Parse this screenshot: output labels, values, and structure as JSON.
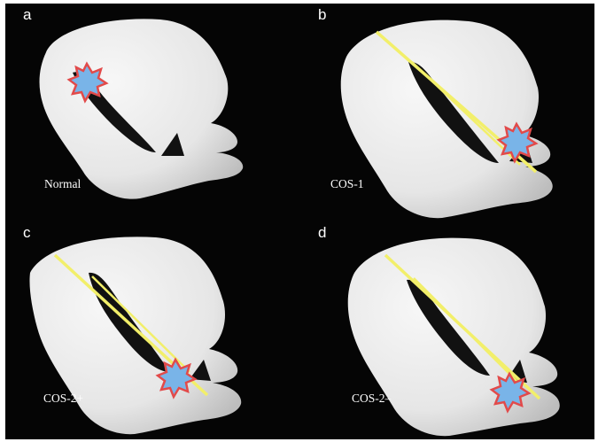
{
  "panels": [
    {
      "id": "a",
      "letter": "a",
      "caption": "Normal"
    },
    {
      "id": "b",
      "letter": "b",
      "caption": "COS-1"
    },
    {
      "id": "c",
      "letter": "c",
      "caption": "COS-2+"
    },
    {
      "id": "d",
      "letter": "d",
      "caption": "COS-2–"
    }
  ],
  "colors": {
    "background": "#050505",
    "organ_fill": "#ededed",
    "organ_shade": "#c9c9c9",
    "cavity": "#111111",
    "axis_line": "#f2ef6a",
    "star_fill": "#79b4e8",
    "star_outline": "#e24a4a"
  }
}
